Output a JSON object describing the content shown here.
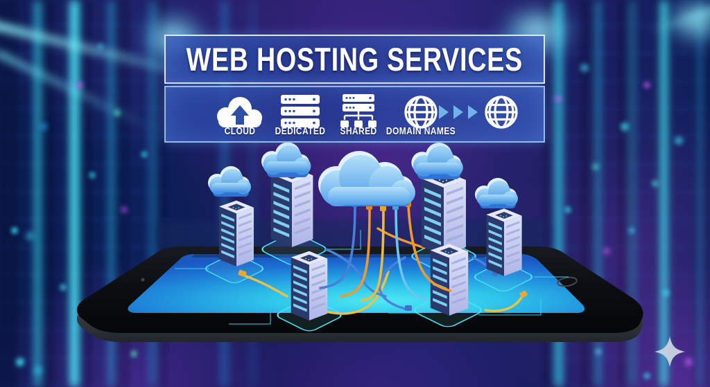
{
  "banner": {
    "title": "WEB HOSTING SERVICES"
  },
  "services": {
    "items": [
      {
        "label": "CLOUD",
        "icon": "cloud-upload-icon"
      },
      {
        "label": "DEDICATED",
        "icon": "server-stack-icon"
      },
      {
        "label": "SHARED",
        "icon": "server-network-icon"
      },
      {
        "label": "DOMAIN NAMES",
        "icon": "globe-icon"
      }
    ],
    "flow": {
      "arrows_icon": "triple-arrow-right-icon",
      "target_icon": "globe-icon"
    }
  },
  "illustration": {
    "device": "tablet",
    "server_tower_count": 6,
    "small_cloud_count": 4,
    "large_cloud_count": 1,
    "watermark_icon": "sparkle-star-icon"
  },
  "colors": {
    "banner_blue": "#2e4fa8",
    "banner_border": "#e4efff",
    "accent_cyan": "#3fe0f6",
    "screen_cyan": "#3fd9ee",
    "arrow_blue": "#72b4e8",
    "cable_yellow": "#f0c042",
    "cable_orange": "#f29a2e",
    "cable_blue": "#4a82da",
    "server_body": "#c7cdf3",
    "server_panel": "#2b3a6c",
    "background_navy": "#0b1a4e",
    "neon_purple": "#8a2db2"
  }
}
